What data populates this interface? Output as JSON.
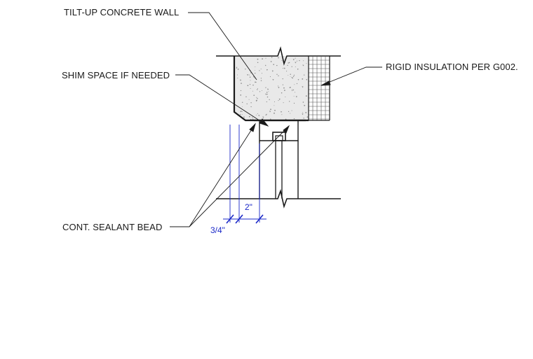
{
  "callouts": {
    "tilt_up_wall": "TILT-UP CONCRETE WALL",
    "shim_space": "SHIM SPACE IF NEEDED",
    "rigid_insulation": "RIGID INSULATION PER G002.",
    "sealant_bead": "CONT. SEALANT BEAD"
  },
  "dimensions": {
    "frame_depth": "2\"",
    "sealant_offset": "3/4\""
  },
  "colors": {
    "line": "#1a1a1a",
    "dimension": "#1a28c8",
    "concrete_fill": "#e6e6e6"
  }
}
